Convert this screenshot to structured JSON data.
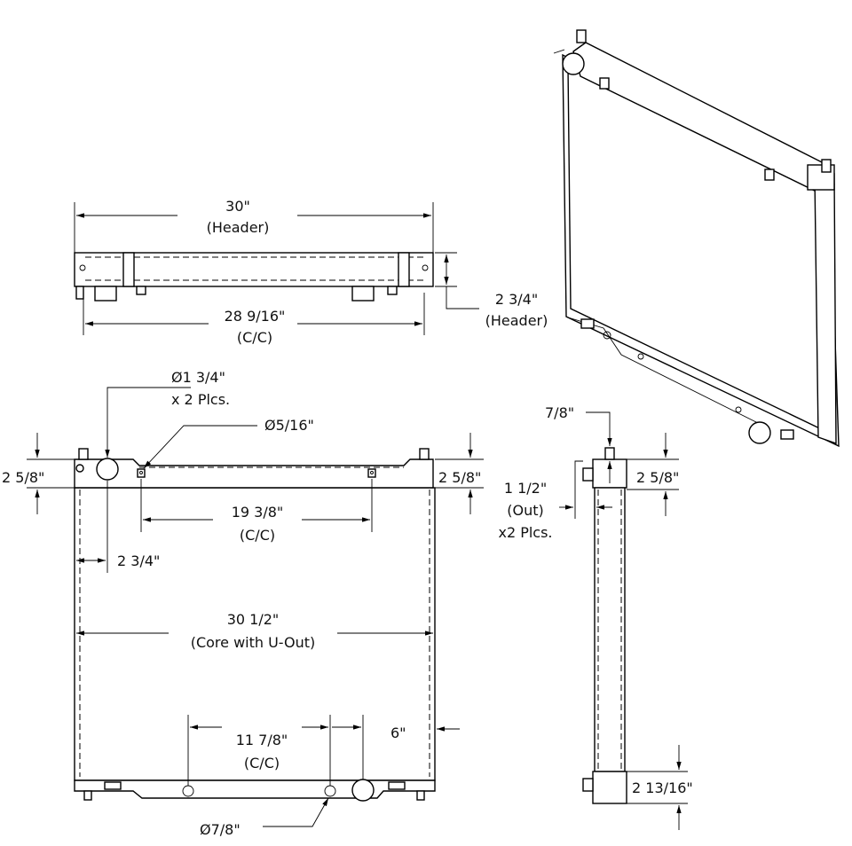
{
  "top_view": {
    "width_value": "30\"",
    "width_label": "(Header)",
    "cc_value": "28 9/16\"",
    "cc_label": "(C/C)",
    "height_value": "2 3/4\"",
    "height_label": "(Header)"
  },
  "front_view": {
    "inlet_dia": "Ø1 3/4\"",
    "inlet_qty": "x 2 Plcs.",
    "mount_dia": "Ø5/16\"",
    "header_left": "2 5/8\"",
    "header_right": "2 5/8\"",
    "mount_cc_value": "19 3/8\"",
    "mount_cc_label": "(C/C)",
    "inlet_offset": "2 3/4\"",
    "core_value": "30 1/2\"",
    "core_label": "(Core with U-Out)",
    "bottom_cc_value": "11 7/8\"",
    "bottom_cc_label": "(C/C)",
    "outlet_offset": "6\"",
    "bottom_dia": "Ø7/8\""
  },
  "side_view": {
    "pin": "7/8\"",
    "header": "2 5/8\"",
    "out_value": "1 1/2\"",
    "out_label": "(Out)",
    "out_qty": "x2 Plcs.",
    "bottom_tank": "2 13/16\""
  }
}
